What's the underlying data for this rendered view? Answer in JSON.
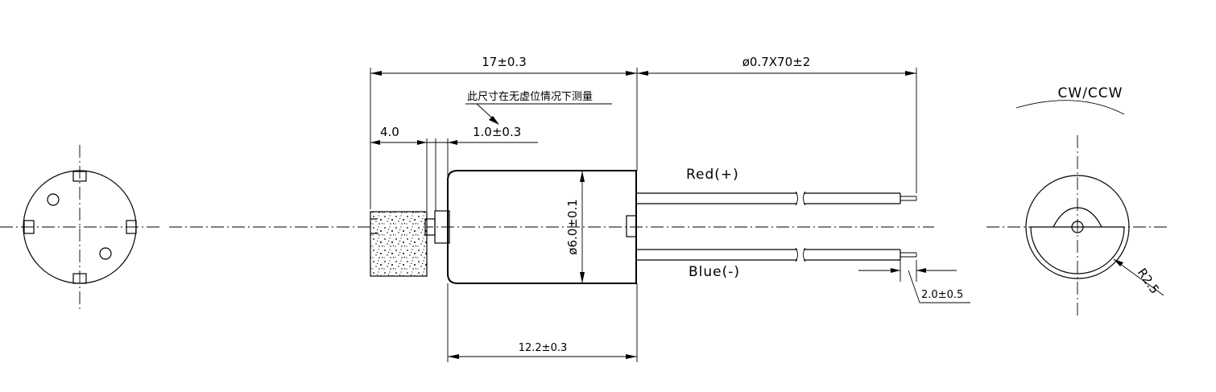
{
  "dimensions": {
    "overall_length": "17±0.3",
    "wire_spec": "ø0.7X70±2",
    "note_cn": "此尺寸在无虚位情况下测量",
    "shaft_length": "4.0",
    "gap": "1.0±0.3",
    "body_diameter": "ø6.0±0.1",
    "body_length": "12.2±0.3",
    "strip_length": "2.0±0.5",
    "radius": "R2.5"
  },
  "labels": {
    "red_wire": "Red(+)",
    "blue_wire": "Blue(-)",
    "rotation": "CW/CCW"
  }
}
